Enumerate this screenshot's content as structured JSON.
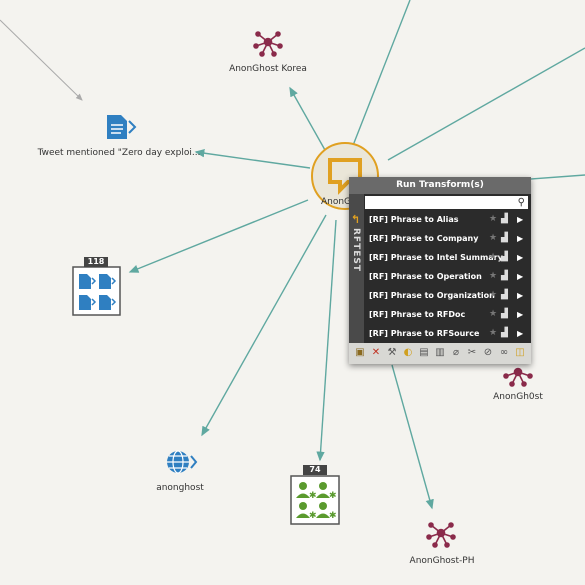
{
  "nodes": {
    "anonghost_korea": "AnonGhost Korea",
    "tweet": "Tweet mentioned \"Zero day exploi...",
    "center": "AnonG",
    "group_docs_count": "118",
    "anonghost_web": "anonghost",
    "group_people_count": "74",
    "anonghost_ph": "AnonGhost-PH",
    "anongh0st": "AnonGh0st"
  },
  "panel": {
    "title": "Run Transform(s)",
    "side_tab": "RFTEST",
    "search_placeholder": "",
    "transforms": [
      {
        "label": "[RF] Phrase to Alias"
      },
      {
        "label": "[RF] Phrase to Company"
      },
      {
        "label": "[RF] Phrase to Intel Summary"
      },
      {
        "label": "[RF] Phrase to Operation"
      },
      {
        "label": "[RF] Phrase to Organization"
      },
      {
        "label": "[RF] Phrase to RFDoc"
      },
      {
        "label": "[RF] Phrase to RFSource"
      }
    ]
  },
  "icons": {
    "search": "search-icon",
    "star": "star-icon",
    "run": "play-icon",
    "settings": "transform-settings-icon",
    "back": "back-arrow-icon"
  },
  "colors": {
    "edge": "#5fa8a0",
    "phrase_node": "#e0a020",
    "document": "#2f7fc1",
    "person": "#5a9a2e",
    "alias": "#8a2a4a"
  }
}
